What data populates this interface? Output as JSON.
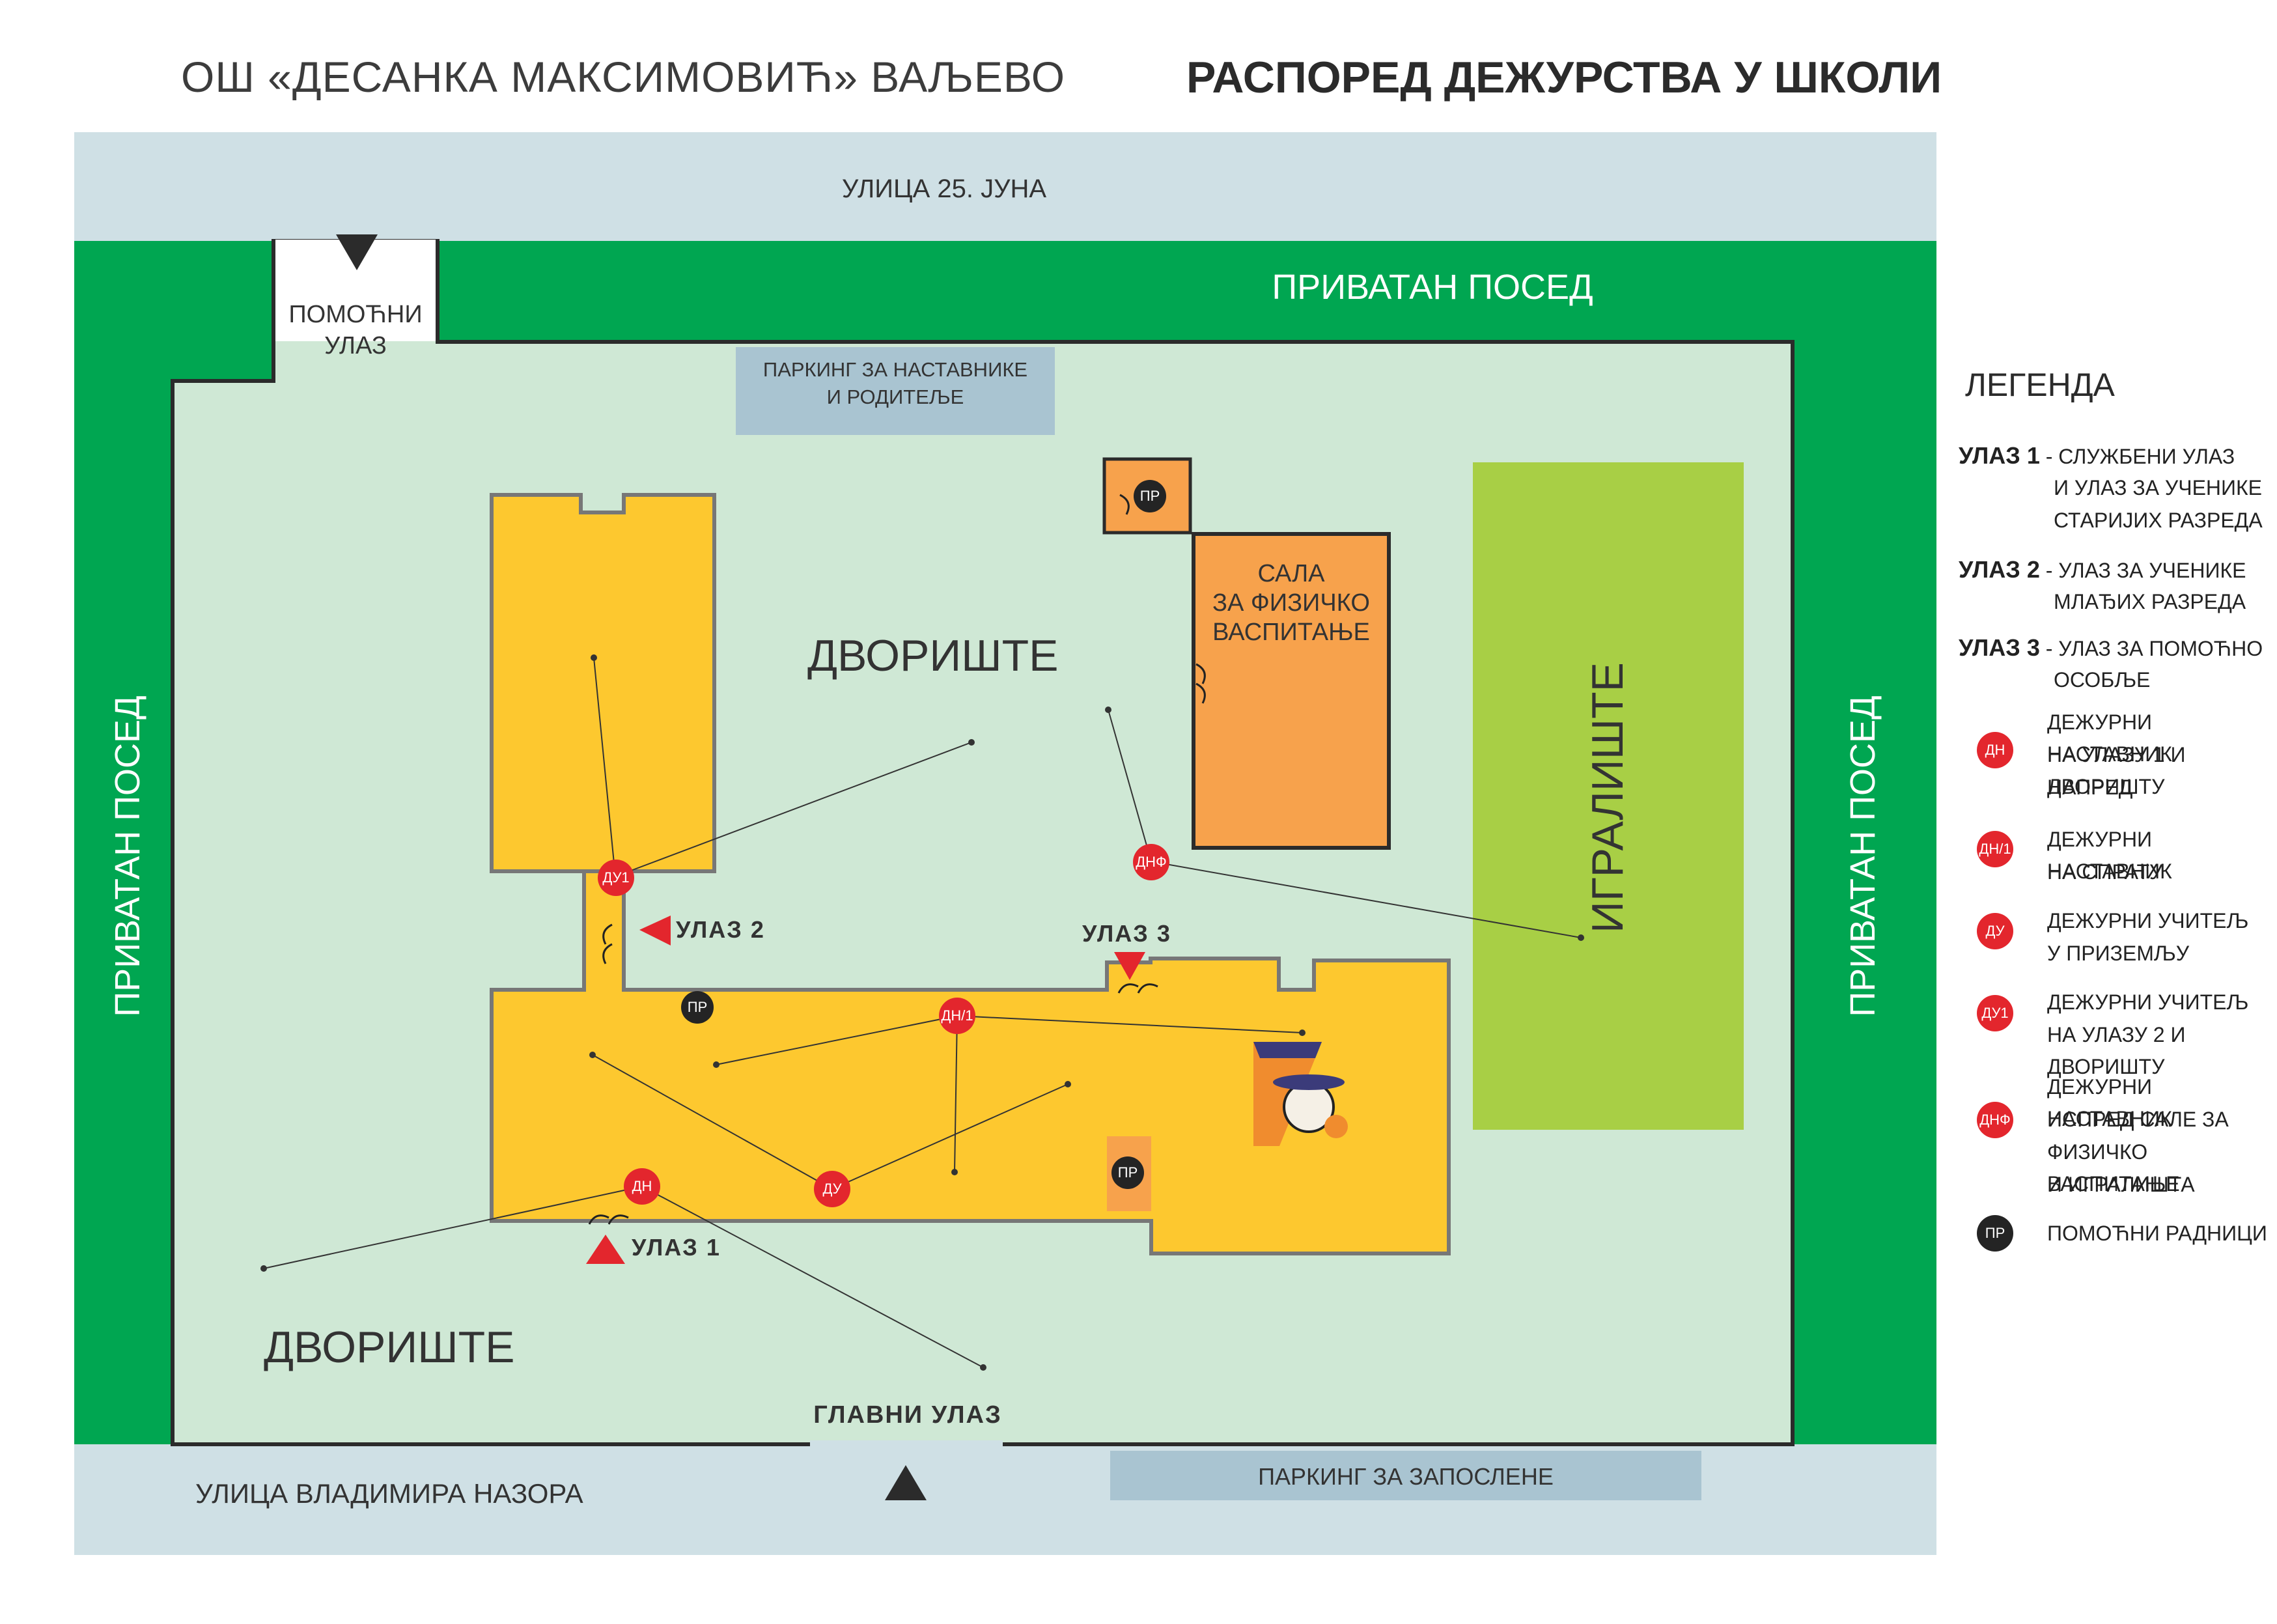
{
  "header": {
    "school": "ОШ «ДЕСАНКА МАКСИМОВИЋ» ВАЉЕВО",
    "title": "РАСПОРЕД ДЕЖУРСТВА У ШКОЛИ"
  },
  "streets": {
    "top": "УЛИЦА 25. ЈУНА",
    "bottom": "УЛИЦА ВЛАДИМИРА НАЗОРА"
  },
  "areas": {
    "private_top": "ПРИВАТАН ПОСЕД",
    "private_left": "ПРИВАТАН ПОСЕД",
    "private_right": "ПРИВАТАН ПОСЕД",
    "aux_entrance_1": "ПОМОЋНИ",
    "aux_entrance_2": "УЛАЗ",
    "parking_teachers_1": "ПАРКИНГ ЗА НАСТАВНИКЕ",
    "parking_teachers_2": "И РОДИТЕЉЕ",
    "parking_staff": "ПАРКИНГ ЗА ЗАПОСЛЕНЕ",
    "yard_top": "ДВОРИШТЕ",
    "yard_bottom": "ДВОРИШТЕ",
    "gym_1": "САЛА",
    "gym_2": "ЗА ФИЗИЧКО",
    "gym_3": "ВАСПИТАЊЕ",
    "playground": "ИГРАЛИШТЕ",
    "main_entrance": "ГЛАВНИ УЛАЗ",
    "entrance_1": "УЛАЗ 1",
    "entrance_2": "УЛАЗ 2",
    "entrance_3": "УЛАЗ 3"
  },
  "markers": {
    "dn": "ДН",
    "dn1": "ДН/1",
    "du": "ДУ",
    "du1": "ДУ1",
    "dnf": "ДНФ",
    "pr": "ПР"
  },
  "legend": {
    "title": "ЛЕГЕНДА",
    "ulaz1_key": "УЛАЗ 1",
    "ulaz1_l1": "- СЛУЖБЕНИ УЛАЗ",
    "ulaz1_l2": "И УЛАЗ ЗА УЧЕНИКЕ",
    "ulaz1_l3": "СТАРИЈИХ РАЗРЕДА",
    "ulaz2_key": "УЛАЗ 2",
    "ulaz2_l1": "- УЛАЗ ЗА УЧЕНИКЕ",
    "ulaz2_l2": "МЛАЂИХ РАЗРЕДА",
    "ulaz3_key": "УЛАЗ 3",
    "ulaz3_l1": "- УЛАЗ ЗА ПОМОЋНО",
    "ulaz3_l2": "ОСОБЉЕ",
    "dn_l1": "ДЕЖУРНИ НАСТАВНИК",
    "dn_l2": "НА УЛАЗУ 1 И ДВОРИШТУ",
    "dn_l3": "НАПРЕД",
    "dn1_l1": "ДЕЖУРНИ НАСТАВНИК",
    "dn1_l2": "НА СПРАТУ",
    "du_l1": "ДЕЖУРНИ УЧИТЕЉ",
    "du_l2": "У ПРИЗЕМЉУ",
    "du1_l1": "ДЕЖУРНИ УЧИТЕЉ",
    "du1_l2": "НА УЛАЗУ 2 И ДВОРИШТУ",
    "dnf_l1": "ДЕЖУРНИ НАСТАВНИК",
    "dnf_l2": "ИСПРЕД САЛЕ ЗА",
    "dnf_l3": "ФИЗИЧКО ВАСПИТАЊЕ",
    "dnf_l4": "И ИГРАЛИШТА",
    "pr_l1": "ПОМОЋНИ РАДНИЦИ"
  },
  "colors": {
    "street": "#cfe0e5",
    "private": "#00a651",
    "yard": "#cfe8d5",
    "building": "#fdc82f",
    "gym": "#f7a24c",
    "playground": "#a8cf45",
    "parking": "#a9c4d1",
    "marker_red": "#e3262d",
    "marker_black": "#242424",
    "outline": "#2b2b2b"
  }
}
